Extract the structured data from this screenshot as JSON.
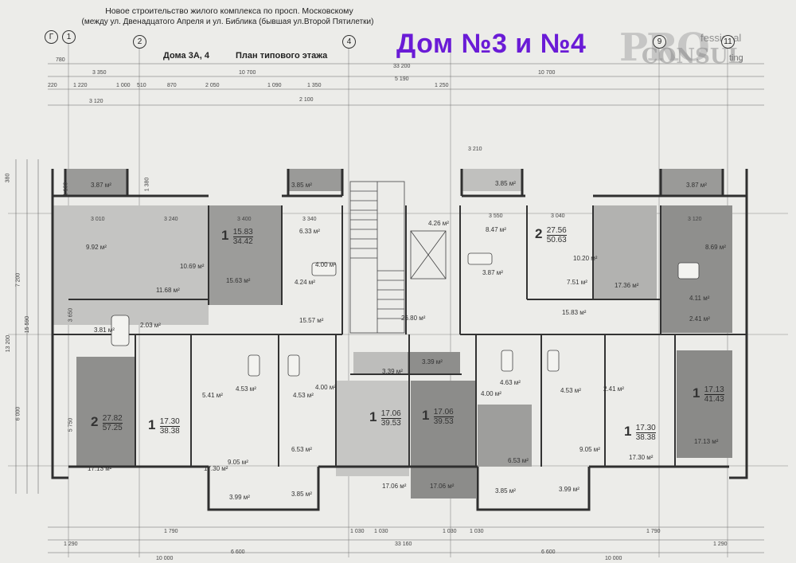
{
  "header": {
    "title_line1": "Новое строительство жилого комплекса по просп. Московскому",
    "title_line2": "(между ул. Двенадцатого Апреля и ул. Библика  (бывшая ул.Второй Пятилетки)",
    "building": "Дома 3А, 4",
    "plan_name": "План типового этажа",
    "big_title": "Дом №3 и №4"
  },
  "watermark": {
    "pro": "PRO",
    "fessional": "fessional",
    "consul": "CONSUL",
    "ting": "ting"
  },
  "axes": [
    "Г",
    "1",
    "2",
    "4",
    "9",
    "11"
  ],
  "apartments": [
    {
      "rooms": "2",
      "living": "27.82",
      "total": "57.25"
    },
    {
      "rooms": "1",
      "living": "17.30",
      "total": "38.38"
    },
    {
      "rooms": "1",
      "living": "17.06",
      "total": "39.53"
    },
    {
      "rooms": "1",
      "living": "17.06",
      "total": "39.53"
    },
    {
      "rooms": "1",
      "living": "17.30",
      "total": "38.38"
    },
    {
      "rooms": "1",
      "living": "17.13",
      "total": "41.43"
    },
    {
      "rooms": "1",
      "living": "15.83",
      "total": "34.42"
    },
    {
      "rooms": "2",
      "living": "27.56",
      "total": "50.63"
    }
  ],
  "areas": [
    "3.87 м²",
    "9.92 м²",
    "10.69 м²",
    "11.68 м²",
    "3.81 м²",
    "2.03 м²",
    "3.85 м²",
    "6.33 м²",
    "4.00 м²",
    "4.24 м²",
    "15.63 м²",
    "15.57 м²",
    "4.26 м²",
    "26.80 м²",
    "3.85 м²",
    "8.47 м²",
    "10.20 м²",
    "3.87 м²",
    "7.51 м²",
    "17.36 м²",
    "3.87 м²",
    "8.69 м²",
    "4.11 м²",
    "2.41 м²",
    "15.83 м²",
    "5.41 м²",
    "4.53 м²",
    "4.53 м²",
    "4.00 м²",
    "3.39 м²",
    "3.39 м²",
    "4.00 м²",
    "4.63 м²",
    "4.53 м²",
    "2.41 м²",
    "6.53 м²",
    "9.05 м²",
    "6.53 м²",
    "9.05 м²",
    "17.13 м²",
    "17.30 м²",
    "17.06 м²",
    "17.06 м²",
    "17.30 м²",
    "3.99 м²",
    "3.85 м²",
    "3.85 м²",
    "3.99 м²",
    "17.13 м²"
  ],
  "dimensions": {
    "top": [
      "780",
      "3 350",
      "10 700",
      "33 200",
      "5 190",
      "10 700",
      "220",
      "1 220",
      "1 000",
      "510",
      "870",
      "2 050",
      "1 090",
      "1 350",
      "1 250",
      "3 120",
      "2 100",
      "3 210",
      "3 010",
      "3 240",
      "3 400",
      "3 340",
      "3 550",
      "3 040",
      "3 120"
    ],
    "bottom": [
      "1 290",
      "1 790",
      "1 030",
      "1 030",
      "1 030",
      "1 030",
      "1 790",
      "1 290",
      "6 600",
      "33 160",
      "6 600",
      "10 000",
      "10 000"
    ],
    "left": [
      "380",
      "7 200",
      "15 590",
      "13 200",
      "6 000",
      "5 750",
      "1 180",
      "1 380",
      "3 650"
    ]
  },
  "colors": {
    "wall": "#2f2f2f",
    "shade_dark": "#8e8e8e",
    "shade_mid": "#b5b5b5",
    "paper": "#ecece9",
    "accent": "#6a1bd6"
  }
}
